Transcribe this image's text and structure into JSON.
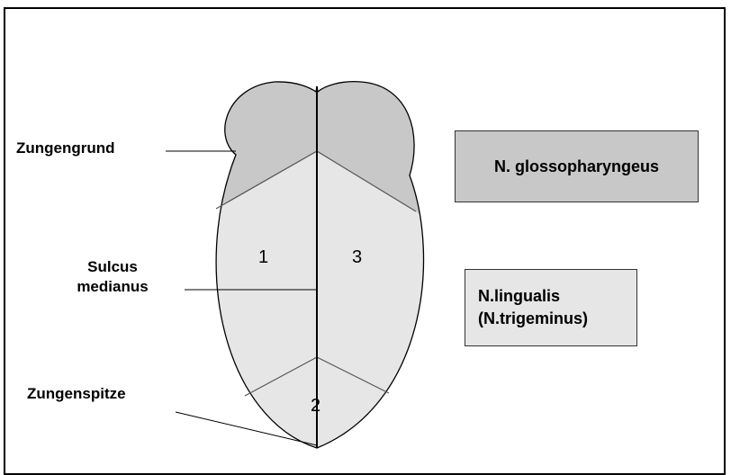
{
  "labels": {
    "zungengrund": "Zungengrund",
    "sulcus_line1": "Sulcus",
    "sulcus_line2": "medianus",
    "zungenspitze": "Zungenspitze"
  },
  "regions": {
    "r1": "1",
    "r2": "2",
    "r3": "3"
  },
  "legend": {
    "glosso": "N. glossopharyngeus",
    "lingualis_line1": "N.lingualis",
    "lingualis_line2": "(N.trigeminus)"
  },
  "colors": {
    "dark_region": "#c8c8c8",
    "light_region": "#e6e6e6",
    "outline": "#000000",
    "glosso_box": "#c8c8c8",
    "lingualis_box": "#e6e6e6"
  }
}
